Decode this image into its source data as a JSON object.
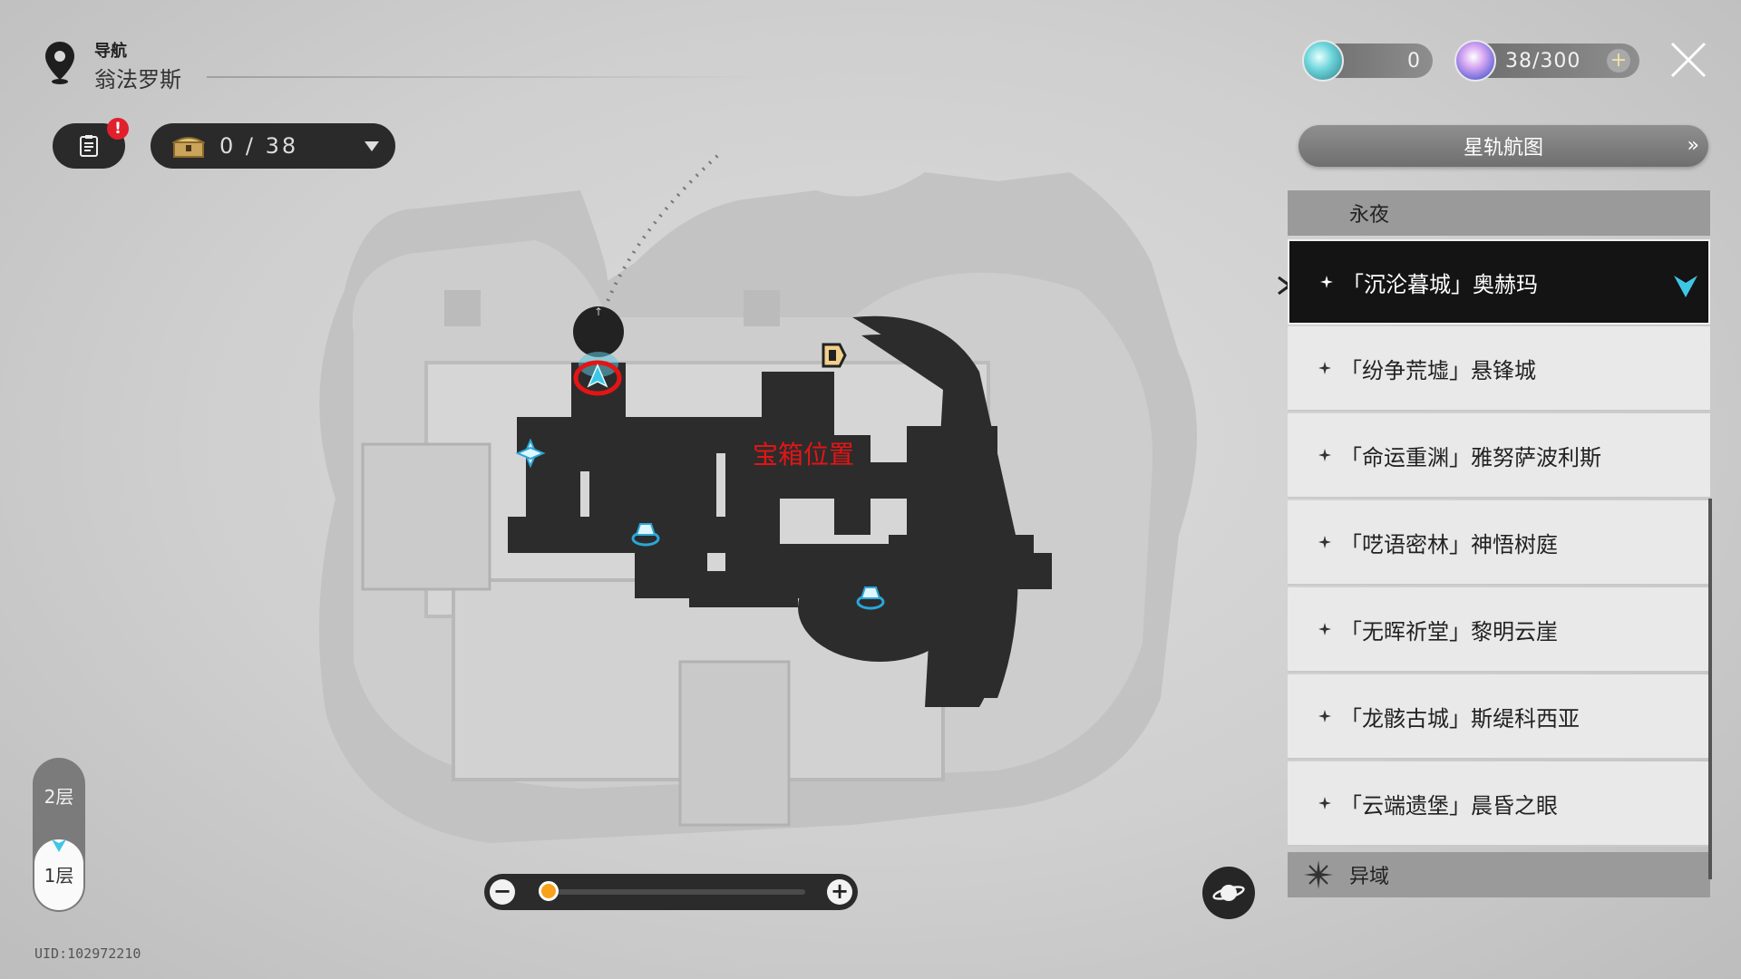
{
  "nav": {
    "label": "导航",
    "region": "翁法罗斯"
  },
  "quest": {
    "alert_badge": "!"
  },
  "chest_counter": {
    "value": "0 / 38"
  },
  "currencies": [
    {
      "icon": "trailblaze-fuel-icon",
      "value": "0"
    },
    {
      "icon": "trailblaze-power-icon",
      "value": "38/300",
      "add": "+"
    }
  ],
  "star_rail_button": {
    "label": "星轨航图",
    "chevron": "»"
  },
  "panel": {
    "section_1": "永夜",
    "section_2": "异域",
    "locations": [
      "「沉沦暮城」奥赫玛",
      "「纷争荒墟」悬锋城",
      "「命运重渊」雅努萨波利斯",
      "「呓语密林」神悟树庭",
      "「无晖祈堂」黎明云崖",
      "「龙骸古城」斯缇科西亚",
      "「云端遗堡」晨昏之眼"
    ],
    "selected_index": 0
  },
  "map": {
    "annotation": "宝箱位置",
    "arrow_up": "↑"
  },
  "floors": {
    "upper": "2层",
    "lower": "1层",
    "current": "1层"
  },
  "zoom": {
    "minus": "−",
    "plus": "+",
    "level": 0
  },
  "uid": "UID:102972210",
  "colors": {
    "accent_cyan": "#3fc6e6",
    "highlight_red": "#e31515",
    "zoom_knob": "#f7a21b",
    "panel_selected": "#141414"
  }
}
